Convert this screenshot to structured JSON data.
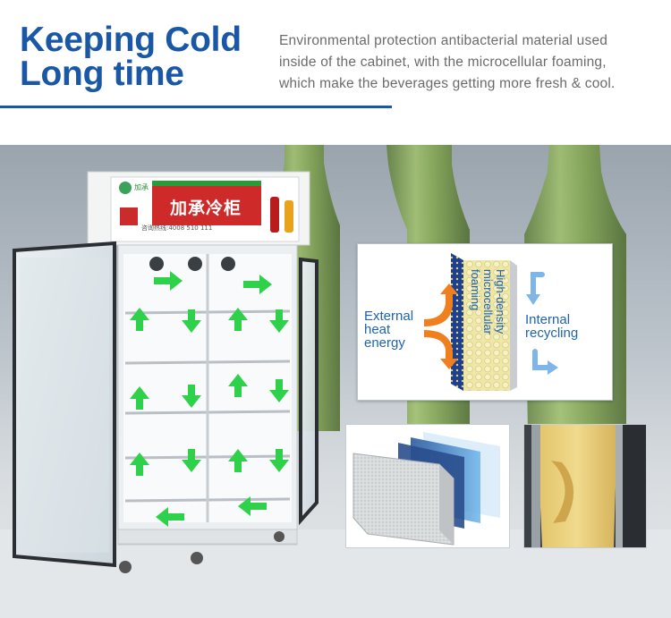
{
  "header": {
    "title_line1": "Keeping Cold",
    "title_line2": "Long time",
    "description_lines": [
      "Environmental protection antibacterial material used",
      "inside of the cabinet,   with the microcellular foaming,",
      "which make the beverages getting more fresh & cool."
    ]
  },
  "cabinet": {
    "brand": "加承",
    "sign_text": "加承冷柜",
    "hotline": "咨询热线:4008 510 111"
  },
  "insulation_panel": {
    "external_label": [
      "External",
      "heat",
      "energy"
    ],
    "internal_label": [
      "Internal",
      "recycling"
    ],
    "foam_label_line1": "High-density",
    "foam_label_line2": "microcellular",
    "foam_label_line3": "foaming"
  },
  "colors": {
    "title_blue": "#1a58a6",
    "label_blue": "#1e63b0",
    "airflow_green": "#2fd14a",
    "heat_orange": "#f07f1e",
    "cool_blue": "#7fb6ea",
    "foam_yellow": "#ece39a"
  }
}
